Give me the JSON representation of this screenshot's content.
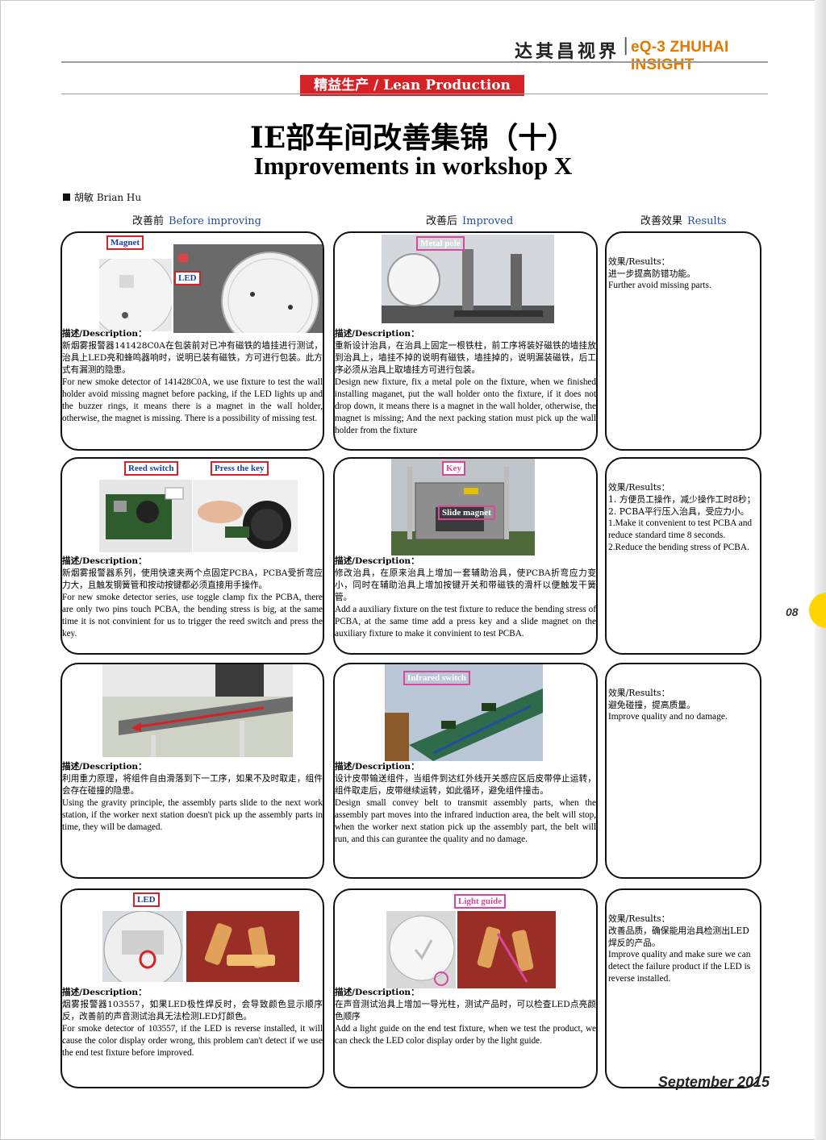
{
  "masthead": {
    "cn": "达其昌视界",
    "sep": "|",
    "en": "eQ-3 ZHUHAI INSIGHT"
  },
  "section": {
    "label": "精益生产 / Lean Production"
  },
  "title": {
    "cn": "IE部车间改善集锦（十）",
    "en": "Improvements in workshop X"
  },
  "author": "胡敏 Brian Hu",
  "columns": {
    "before": {
      "cn": "改善前",
      "en": "Before improving"
    },
    "after": {
      "cn": "改善后",
      "en": "Improved"
    },
    "results": {
      "cn": "改善效果",
      "en": "Results"
    }
  },
  "rows": [
    {
      "before": {
        "labels": [
          "Magnet",
          "LED"
        ],
        "head": "描述/Description：",
        "cn": "新烟雾报警器141428C0A在包装前对已冲有磁铁的墙挂进行测试，治具上LED亮和蜂鸣器响时，说明已装有磁铁，方可进行包装。此方式有漏测的隐患。",
        "en": "For new smoke detector of 141428C0A, we use fixture to test the wall holder avoid missing magnet before packing, if the LED lights up and the buzzer rings, it means there is a magnet in the wall holder, otherwise, the magnet is missing. There is a possibility of missing test."
      },
      "after": {
        "labels": [
          "Metal pole"
        ],
        "head": "描述/Description：",
        "cn": "重新设计治具，在治具上固定一根铁柱，前工序将装好磁铁的墙挂放到治具上，墙挂不掉的说明有磁铁，墙挂掉的，说明漏装磁铁，后工序必须从治具上取墙挂方可进行包装。",
        "en": "Design new fixture, fix a metal pole on the fixture, when we finished installing maganet, put the wall holder onto the fixture, if it does not drop down, it means there is a magnet in the wall holder, otherwise, the magnet is missing; And the next packing station must pick up the wall holder from the fixture"
      },
      "result": {
        "head": "效果/Results：",
        "cn": "进一步提高防错功能。",
        "en": "Further avoid missing parts."
      }
    },
    {
      "before": {
        "labels": [
          "Reed switch",
          "Press the key"
        ],
        "head": "描述/Description：",
        "cn": "新烟雾报警器系列，使用快速夹两个点固定PCBA，PCBA受折弯应力大，且触发钢簧管和按动按键都必须直接用手操作。",
        "en": "For new smoke detector series, use toggle clamp fix the PCBA, there are only two pins touch PCBA, the bending stress is big, at the same time it is not convinient for us to trigger the reed switch and press the key."
      },
      "after": {
        "labels": [
          "Key",
          "Slide magnet"
        ],
        "head": "描述/Description：",
        "cn": "修改治具，在原来治具上增加一套辅助治具，使PCBA折弯应力变小，同时在辅助治具上增加按键开关和带磁铁的滑杆以便触发干簧管。",
        "en": "Add a auxiliary fixture on the test fixture to reduce the bending stress of PCBA, at the same time add a press key and a slide magnet on the auxiliary fixture to make it convinient to test PCBA."
      },
      "result": {
        "head": "效果/Results：",
        "cn1": "1. 方便员工操作，减少操作工时8秒；",
        "cn2": "2. PCBA平行压入治具，受应力小。",
        "en1": "1.Make it convenient to test PCBA and reduce standard time 8 seconds.",
        "en2": "2.Reduce the bending stress of PCBA."
      }
    },
    {
      "before": {
        "labels": [],
        "head": "描述/Description：",
        "cn": "利用重力原理，将组件自由滑落到下一工序，如果不及时取走，组件会存在碰撞的隐患。",
        "en": "Using the gravity principle, the assembly parts slide to the next work station, if the worker next station doesn't pick up the assembly parts in time, they will be damaged."
      },
      "after": {
        "labels": [
          "Infrared switch"
        ],
        "head": "描述/Description：",
        "cn": "设计皮带输送组件，当组件到达红外线开关感应区后皮带停止运转，组件取走后，皮带继续运转，如此循环，避免组件撞击。",
        "en": "Design small convey belt to transmit assembly parts, when the assembly part moves into the infrared induction area, the belt will stop, when the worker next station pick up the assembly part, the belt will run, and this can gurantee the quality and no damage."
      },
      "result": {
        "head": "效果/Results：",
        "cn": "避免碰撞，提高质量。",
        "en": "Improve quality and no damage."
      }
    },
    {
      "before": {
        "labels": [
          "LED"
        ],
        "head": "描述/Description：",
        "cn": "烟雾报警器103557，如果LED极性焊反时，会导致颜色显示顺序反，改善前的声音测试治具无法检测LED灯颜色。",
        "en": "For smoke detector of 103557, if the LED is reverse installed, it will cause the color display order wrong, this problem can't detect if we use the end test fixture before improved."
      },
      "after": {
        "labels": [
          "Light guide"
        ],
        "head": "描述/Description：",
        "cn": "在声音测试治具上增加一导光柱，测试产品时，可以检查LED点亮颜色顺序",
        "en": "Add a light guide on the end test fixture, when we test the product, we can check the LED color display order by the light guide."
      },
      "result": {
        "head": "效果/Results：",
        "cn": "改善品质，确保能用治具检测出LED焊反的产品。",
        "en": "Improve quality and make sure we can detect the failure product if the LED is reverse installed."
      }
    }
  ],
  "page_number": "08",
  "footer": "September 2015",
  "colors": {
    "accent_red": "#d42227",
    "accent_blue": "#1f4fa0",
    "brand_orange": "#e07a00",
    "tab_yellow": "#ffd400"
  }
}
